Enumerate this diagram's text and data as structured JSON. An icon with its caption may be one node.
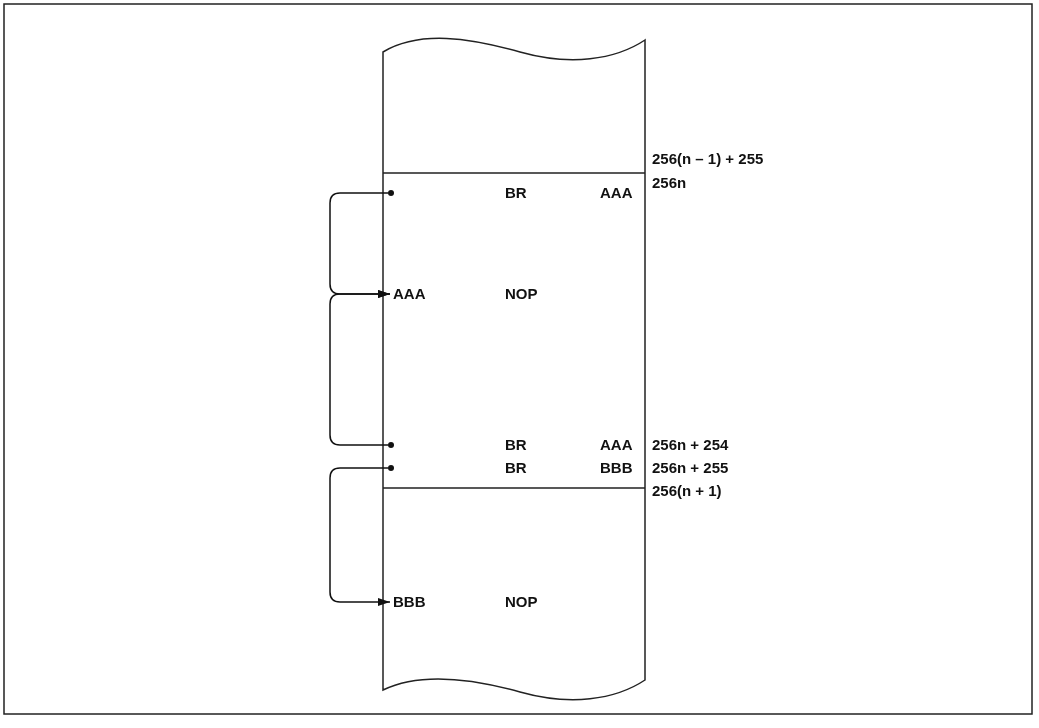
{
  "diagram": {
    "nodes": [
      {
        "text": [],
        "shape": "circle"
      },
      {
        "text": [
          "AAA",
          "NOP"
        ]
      },
      {
        "text": [],
        "shape": "circle"
      },
      {
        "text": [],
        "shape": "circle"
      },
      {
        "text": [
          "BBB",
          "NOP"
        ]
      }
    ],
    "edges": [
      {
        "from": 0,
        "to": 1,
        "arrow": "to"
      },
      {
        "from": 2,
        "to": 1,
        "arrow": "to"
      },
      {
        "from": 3,
        "to": 4,
        "arrow": "to"
      }
    ],
    "labels": [
      "256(n – 1) + 255",
      "BR",
      "AAA",
      "256n",
      "BR",
      "AAA",
      "256n + 254",
      "BR",
      "BBB",
      "256n + 255",
      "256(n + 1)"
    ]
  }
}
